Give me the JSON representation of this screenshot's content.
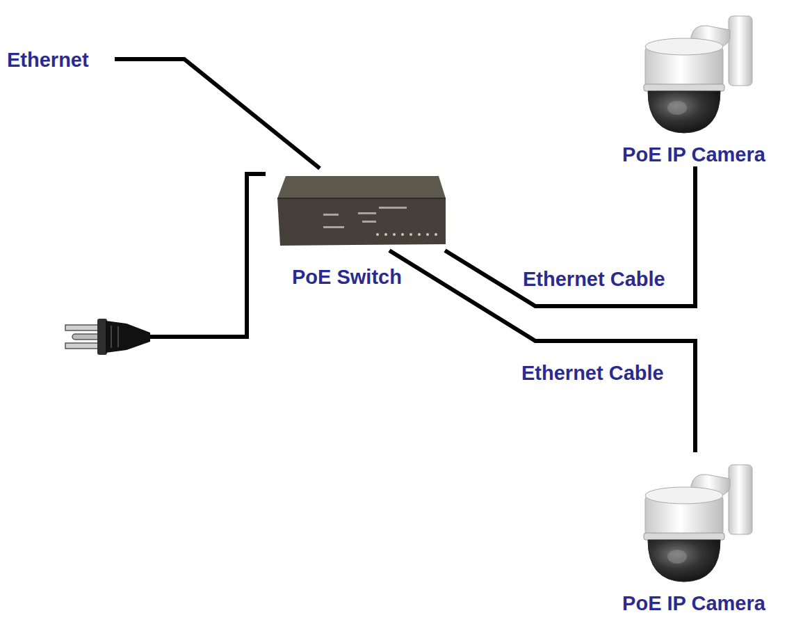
{
  "diagram": {
    "nodes": [
      {
        "text": [
          "PoE IP Camera"
        ]
      },
      {
        "text": [
          "PoE Switch"
        ]
      },
      {
        "text": [
          "PoE IP Camera"
        ]
      }
    ],
    "edges": [
      {
        "from": 1,
        "to": 0,
        "arrow": "none",
        "label": "Ethernet Cable"
      },
      {
        "from": 1,
        "to": 2,
        "arrow": "none",
        "label": "Ethernet Cable"
      }
    ],
    "labels": [
      "Ethernet"
    ]
  }
}
